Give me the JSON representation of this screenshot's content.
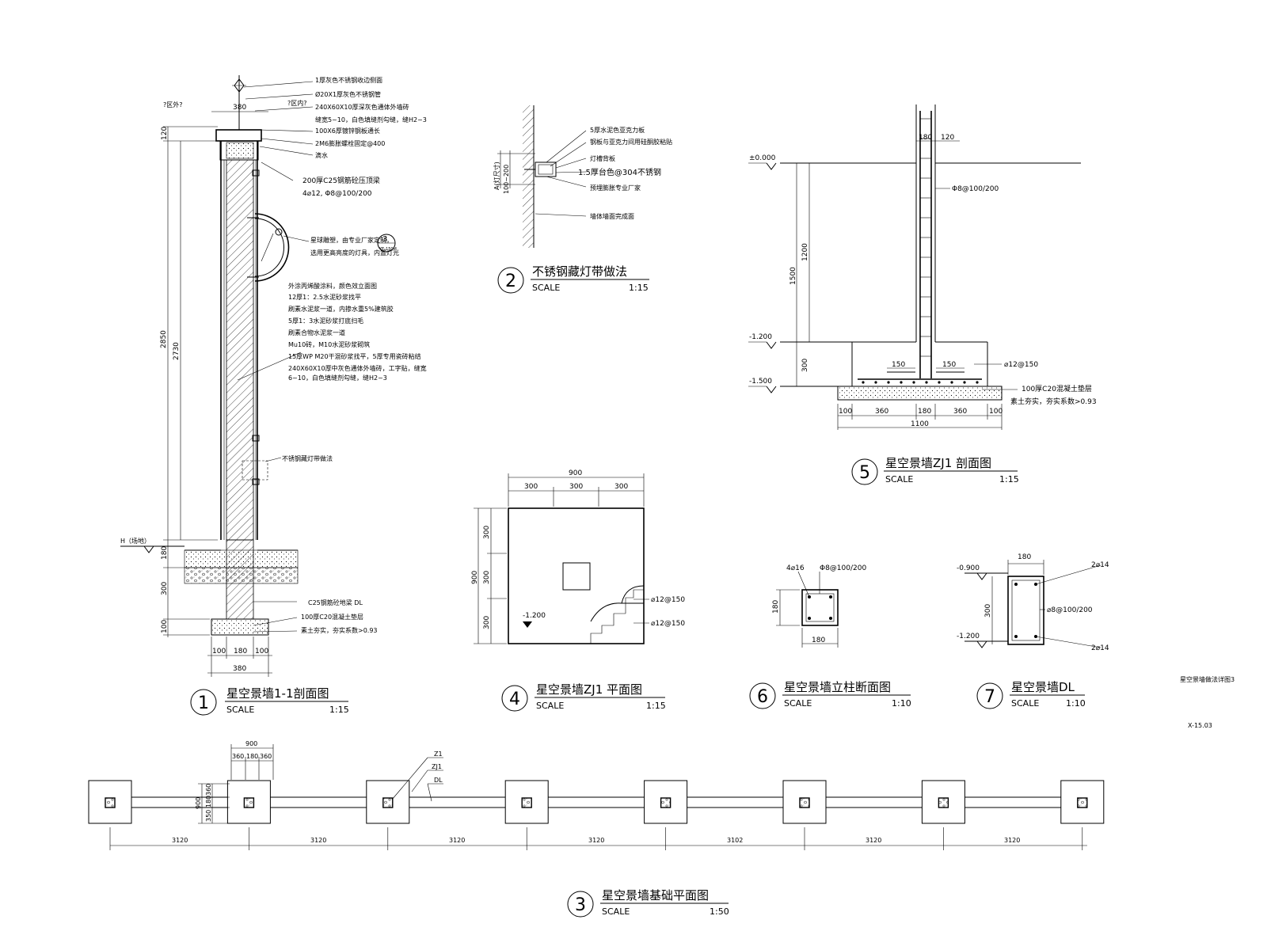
{
  "details": {
    "d1": {
      "num": "1",
      "title": "星空景墙1-1剖面图",
      "scale_label": "SCALE",
      "scale": "1:15",
      "top_left": "?区外?",
      "top_right": "?区内?",
      "notes": [
        "1厚灰色不锈钢收边侧面",
        "Ø20X1厚灰色不锈钢管",
        "240X60X10厚深灰色通体外墙砖",
        "缝宽5~10，白色填缝剂勾缝，缝H2~3",
        "100X6厚镀锌钢板通长",
        "2M6膨胀螺栓固定@400",
        "滴水"
      ],
      "beam": [
        "200厚C25钢筋砼压顶梁",
        "4⌀12, Φ8@100/200"
      ],
      "light": [
        "星球雕塑，由专业厂家定制，",
        "选用更高亮度的灯具，内置灯光"
      ],
      "light_ref": "3",
      "light_sub": "YE-150M",
      "wall_notes": [
        "外涂丙烯酸涂料，颜色效立面图",
        "12厚1：2.5水泥砂浆找平",
        "刷素水泥浆一道，内掺水重5%建筑胶",
        "5厚1：3水泥砂浆打底扫毛",
        "刷素合物水泥浆一道",
        "Mu10砖，M10水泥砂浆砌筑",
        "15厚WP M20干混砂浆找平，5厚专用瓷砖粘结",
        "240X60X10厚中灰色通体外墙砖，工字贴，缝宽",
        "6~10，白色填缝剂勾缝，缝H2~3"
      ],
      "strip_note": "不锈钢藏灯带做法",
      "level": "H（场地）",
      "found_notes": [
        "C25钢筋砼地梁 DL",
        "100厚C20混凝土垫层",
        "素土夯实，夯实系数>0.93"
      ],
      "dims_v": [
        "120",
        "2850",
        "2730",
        "180",
        "300",
        "100"
      ],
      "dims_h": [
        "380",
        "100",
        "180",
        "100",
        "380"
      ]
    },
    "d2": {
      "num": "2",
      "title": "不锈钢藏灯带做法",
      "scale_label": "SCALE",
      "scale": "1:15",
      "dim_v": "A(灯尺寸)",
      "dim_v2": "100~200",
      "notes": [
        "5厚水泥色亚克力板",
        "钢板与亚克力间用硅酮胶粘贴",
        "灯槽背板",
        "1.5厚台色@304不锈钢",
        "预埋膨胀专业厂家",
        "墙体墙面完成面"
      ]
    },
    "d3": {
      "num": "3",
      "title": "星空景墙基础平面图",
      "scale_label": "SCALE",
      "scale": "1:50",
      "top_dims": [
        "900",
        "360",
        "180",
        "360"
      ],
      "side_dims": [
        "900",
        "350",
        "180",
        "360"
      ],
      "tags": [
        "Z1",
        "ZJ1",
        "DL"
      ],
      "spans": [
        "3120",
        "3120",
        "3120",
        "3120",
        "3102",
        "3120",
        "3120"
      ]
    },
    "d4": {
      "num": "4",
      "title": "星空景墙ZJ1 平面图",
      "scale_label": "SCALE",
      "scale": "1:15",
      "top_dims": [
        "900",
        "300",
        "300",
        "300"
      ],
      "side_dims": [
        "900",
        "300",
        "300",
        "300"
      ],
      "level": "-1.200",
      "rebar": [
        "⌀12@150",
        "⌀12@150"
      ]
    },
    "d5": {
      "num": "5",
      "title": "星空景墙ZJ1 剖面图",
      "scale_label": "SCALE",
      "scale": "1:15",
      "levels": [
        "±0.000",
        "-1.200",
        "-1.500"
      ],
      "top_dims": [
        "180",
        "120"
      ],
      "stirrup": "Φ8@100/200",
      "dims_v": [
        "1500",
        "1200",
        "300"
      ],
      "inner_dims": [
        "150",
        "150"
      ],
      "rebar": "⌀12@150",
      "notes": [
        "100厚C20混凝土垫层",
        "素土夯实，夯实系数>0.93"
      ],
      "bottom_dims": [
        "100",
        "360",
        "180",
        "360",
        "100"
      ],
      "total": "1100"
    },
    "d6": {
      "num": "6",
      "title": "星空景墙立柱断面图",
      "scale_label": "SCALE",
      "scale": "1:10",
      "labels": [
        "4⌀16",
        "Φ8@100/200"
      ],
      "dim_v": "180",
      "dim_h": "180"
    },
    "d7": {
      "num": "7",
      "title": "星空景墙DL",
      "scale_label": "SCALE",
      "scale": "1:10",
      "levels": [
        "-0.900",
        "-1.200"
      ],
      "dim_top": "180",
      "dim_v": "300",
      "labels": [
        "2⌀14",
        "⌀8@100/200",
        "2⌀14"
      ]
    }
  },
  "sheet": {
    "name": "星空景墙做法详图3",
    "code": "X-15.03"
  }
}
